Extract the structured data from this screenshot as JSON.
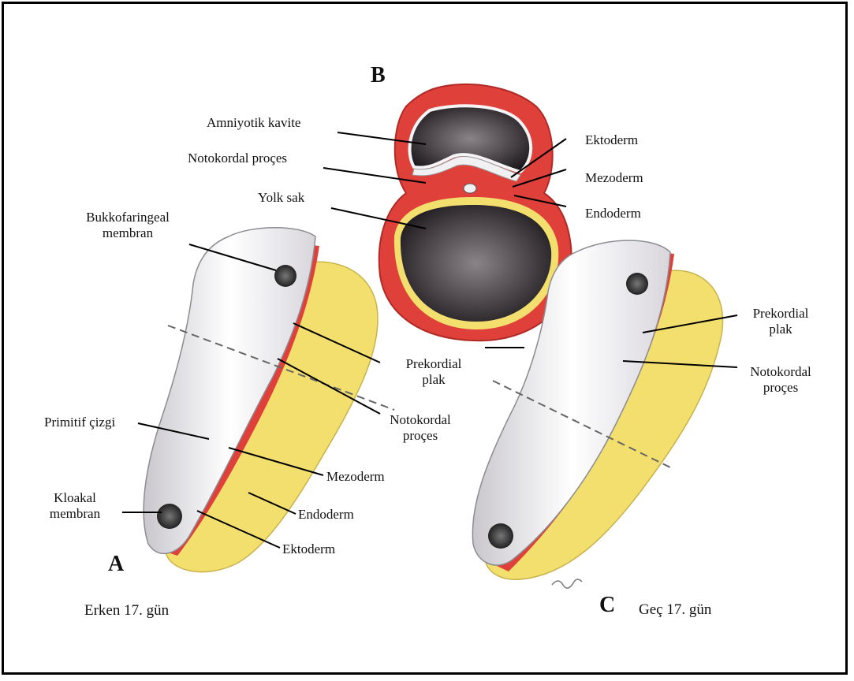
{
  "panels": {
    "a": "A",
    "b": "B",
    "c": "C"
  },
  "captions": {
    "early": "Erken 17. gün",
    "late": "Geç 17. gün"
  },
  "labels": {
    "amniyotik_kavite": "Amniyotik kavite",
    "notokordal_proces_b": "Notokordal proçes",
    "yolk_sak": "Yolk sak",
    "ektoderm_b": "Ektoderm",
    "mezoderm_b": "Mezoderm",
    "endoderm_b": "Endoderm",
    "bukkofaringeal_1": "Bukkofaringeal",
    "bukkofaringeal_2": "membran",
    "prekordial_a_1": "Prekordial",
    "prekordial_a_2": "plak",
    "notokordal_a_1": "Notokordal",
    "notokordal_a_2": "proçes",
    "primitif_cizgi": "Primitif çizgi",
    "mezoderm_a": "Mezoderm",
    "endoderm_a": "Endoderm",
    "kloakal_1": "Kloakal",
    "kloakal_2": "membran",
    "ektoderm_a": "Ektoderm",
    "prekordial_c_1": "Prekordial",
    "prekordial_c_2": "plak",
    "notokordal_c_1": "Notokordal",
    "notokordal_c_2": "proçes"
  },
  "colors": {
    "mesoderm_red": "#e0403a",
    "endoderm_yellow": "#f2df6e",
    "cavity_dark": "#3a3438",
    "ectoderm_white": "#f1f1f3"
  }
}
